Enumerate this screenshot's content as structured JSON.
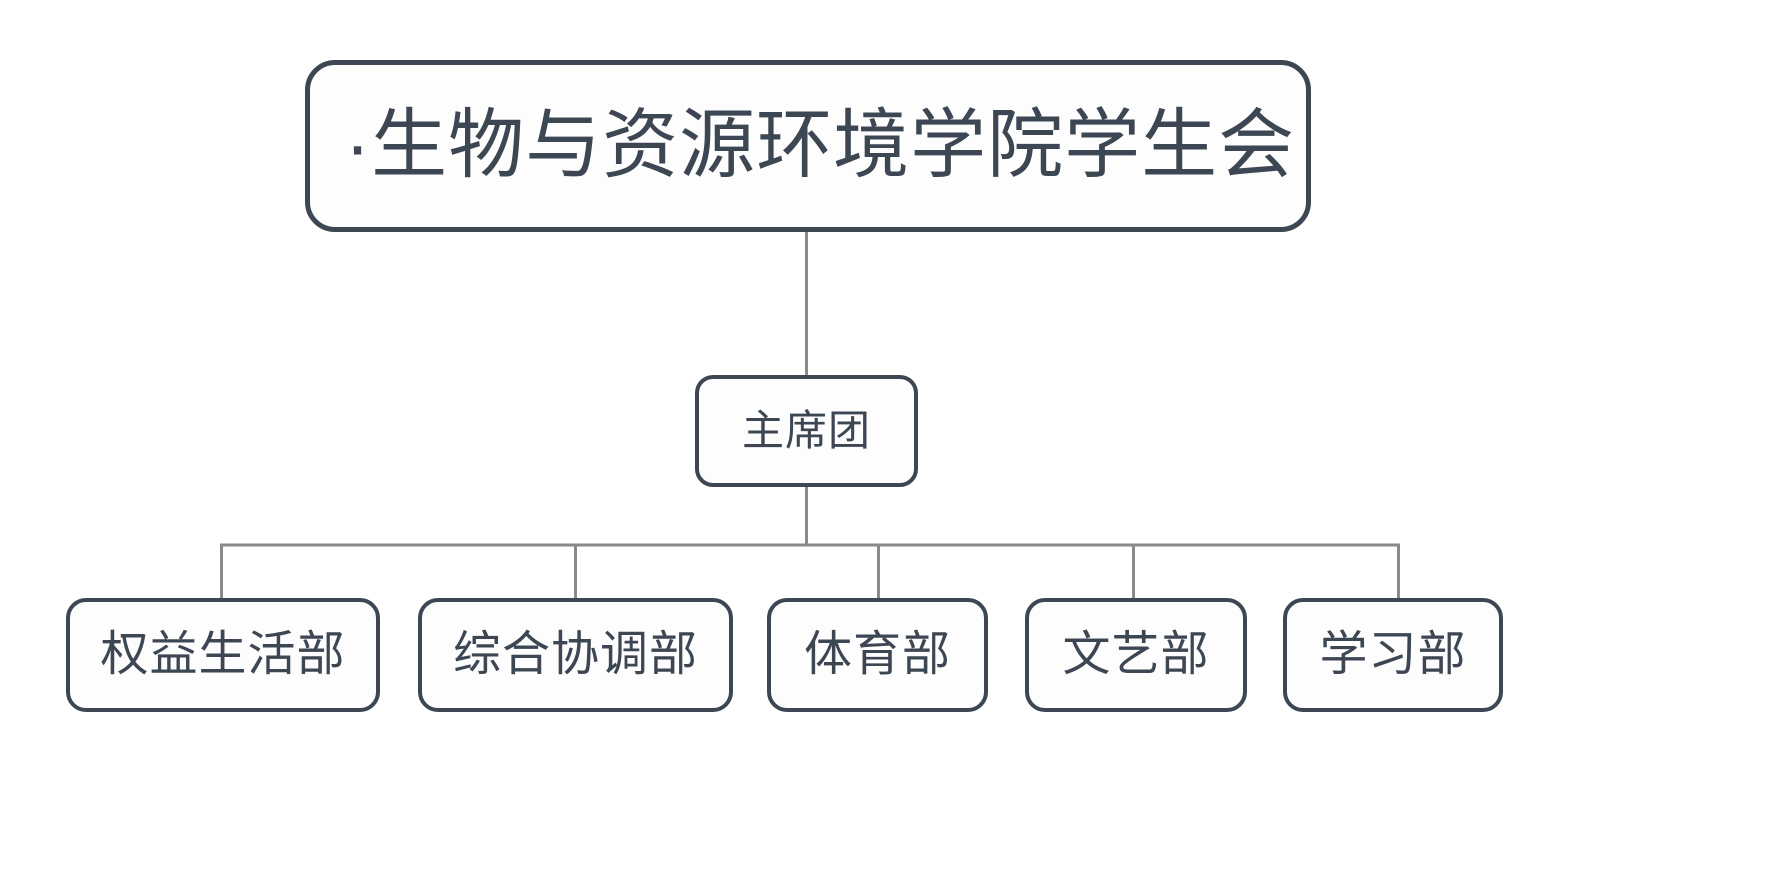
{
  "diagram": {
    "type": "organization-chart",
    "background_color": "#ffffff",
    "node_border_color": "#3d4653",
    "node_text_color": "#3d4653",
    "connector_color": "#8a8a8a",
    "root": {
      "label": "·生物与资源环境学院学生会"
    },
    "middle": {
      "label": "主席团"
    },
    "leaves": [
      {
        "label": "权益生活部"
      },
      {
        "label": "综合协调部"
      },
      {
        "label": "体育部"
      },
      {
        "label": "文艺部"
      },
      {
        "label": "学习部"
      }
    ]
  }
}
